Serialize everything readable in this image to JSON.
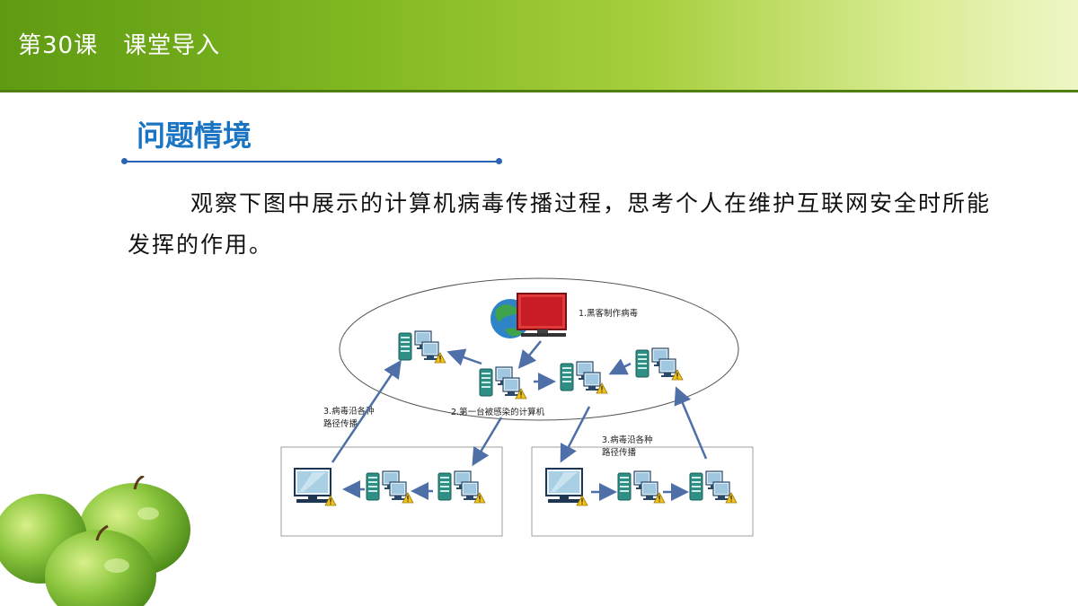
{
  "header": {
    "lesson": "第30课",
    "section": "课堂导入"
  },
  "title": "问题情境",
  "body": "观察下图中展示的计算机病毒传播过程，思考个人在维护互联网安全时所能发挥的作用。",
  "diagram": {
    "label_hacker": "1.黑客制作病毒",
    "label_first_infected": "2.第一台被感染的计算机",
    "label_spread_left_1": "3.病毒沿各种",
    "label_spread_left_2": "路径传播",
    "label_spread_right_1": "3.病毒沿各种",
    "label_spread_right_2": "路径传播"
  },
  "colors": {
    "header_green": "#7cb51f",
    "title_blue": "#1a74c4",
    "arrow_blue": "#4f6fa8",
    "hacker_red": "#d0202a"
  }
}
